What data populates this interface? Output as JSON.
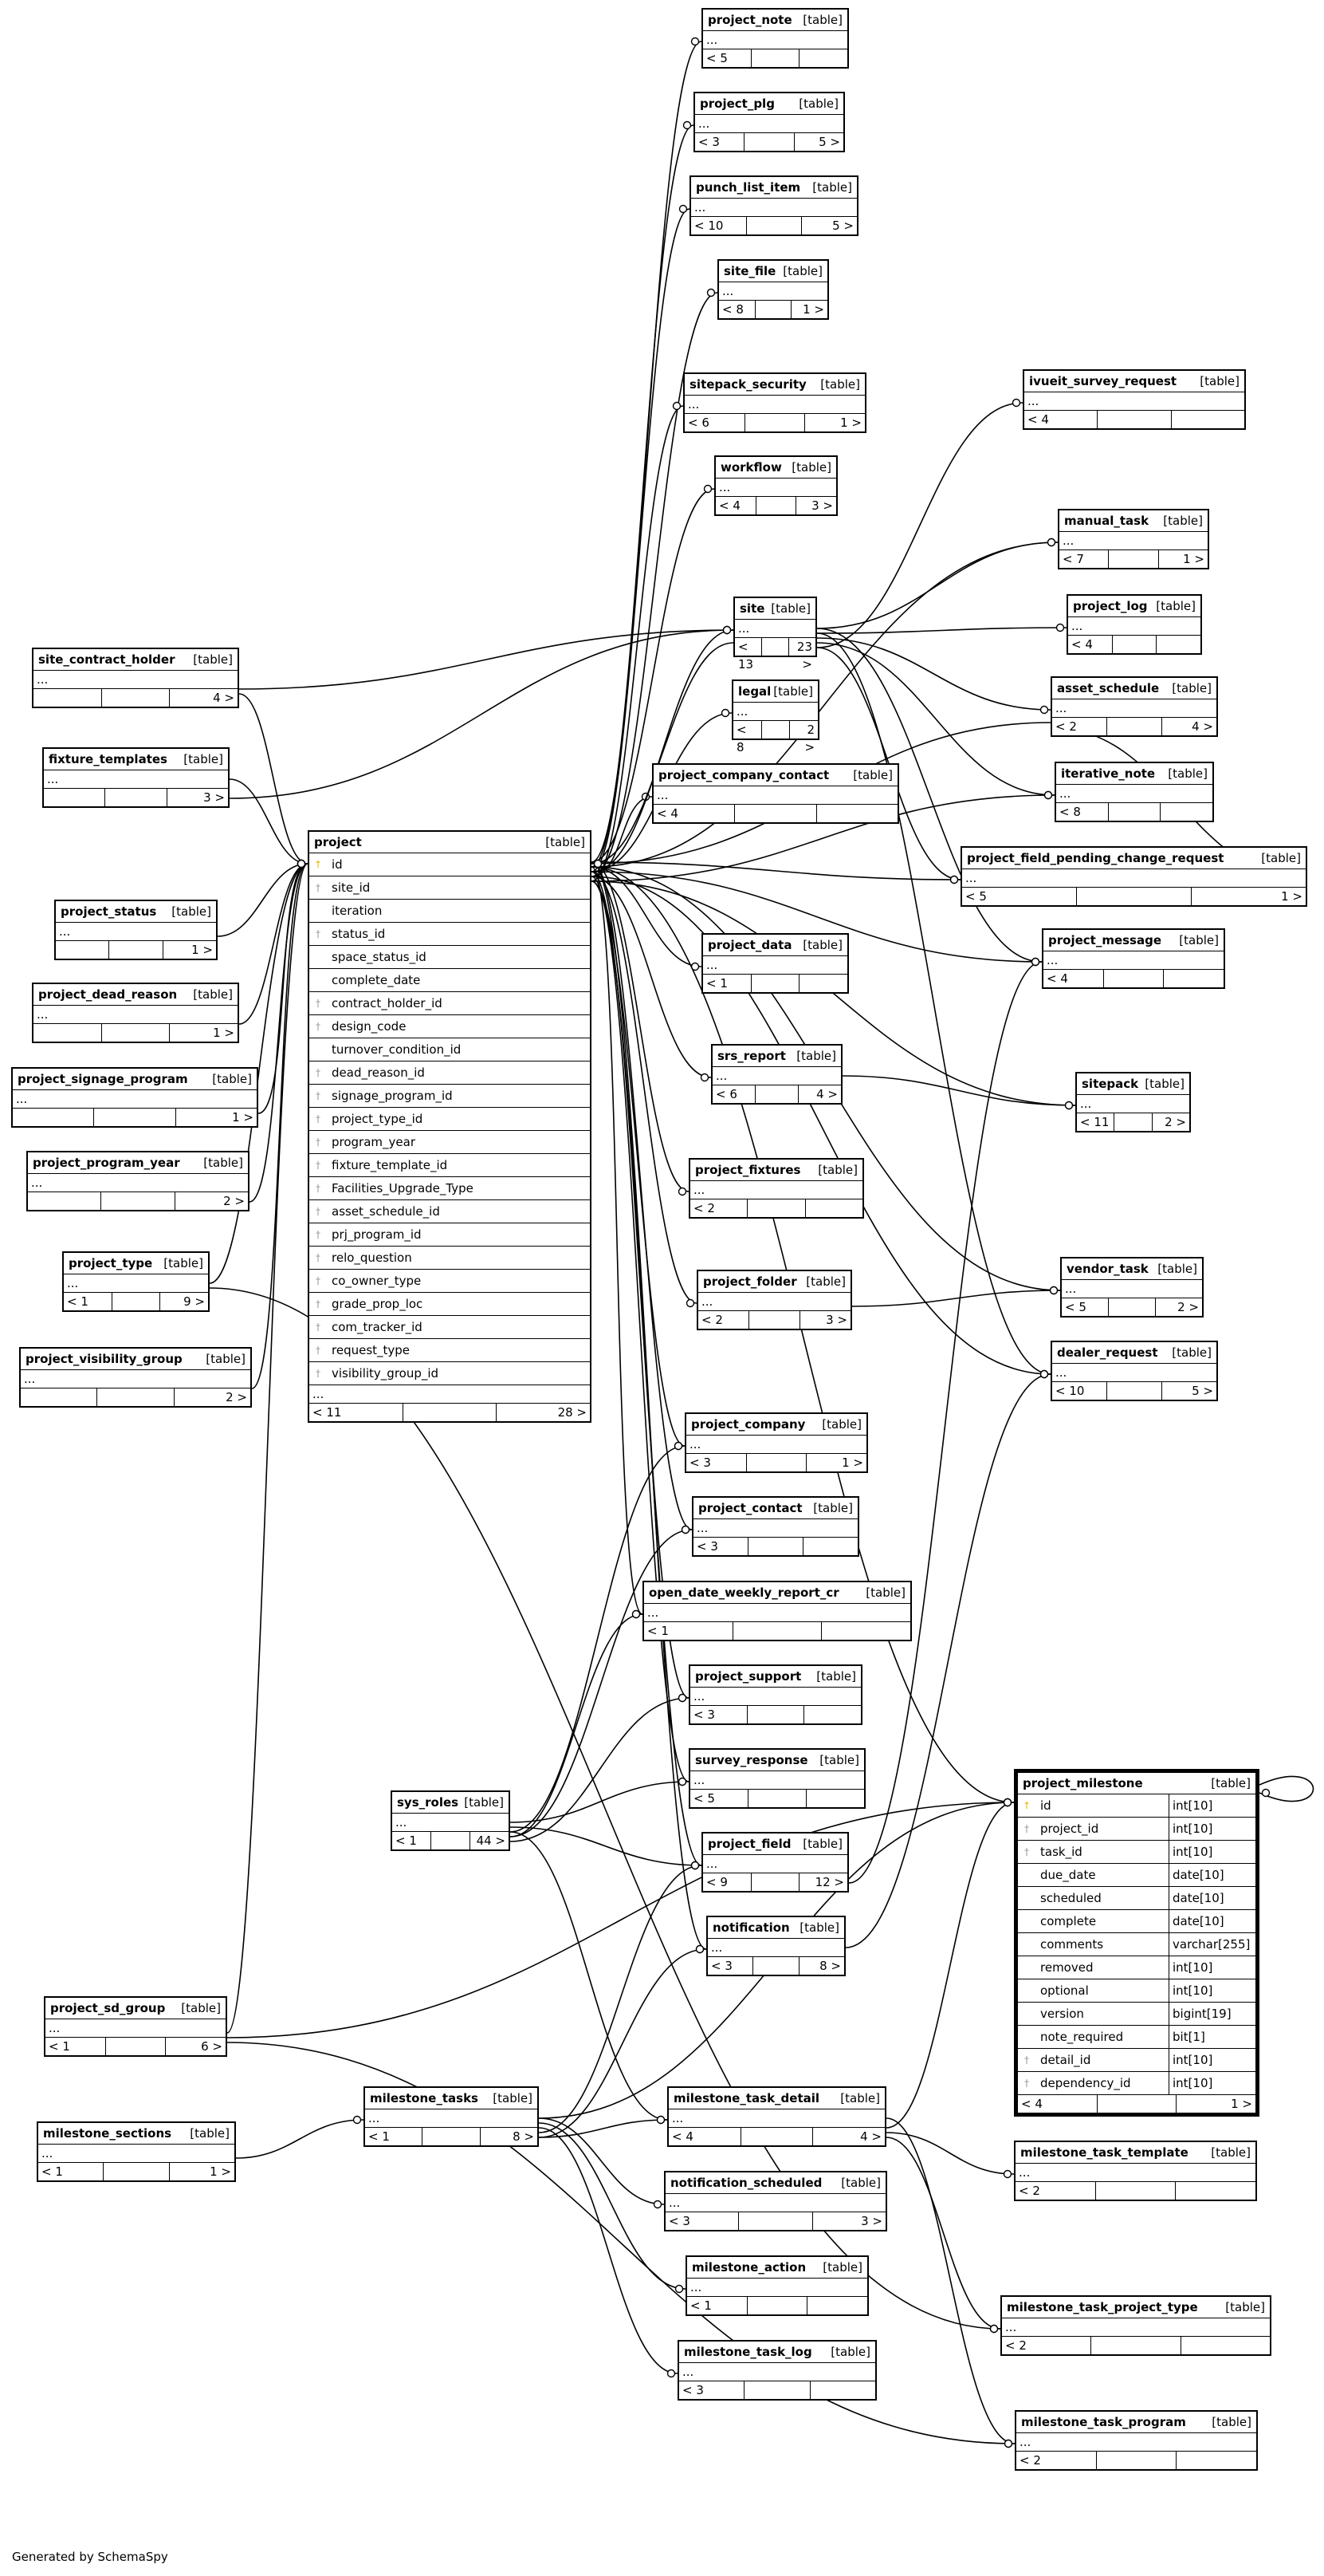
{
  "footer": "Generated by SchemaSpy",
  "focus_table": "project_milestone",
  "tables": [
    {
      "name": "project_note",
      "tag": "[table]",
      "ellipsis": "...",
      "parents": "< 5",
      "children": ""
    },
    {
      "name": "project_plg",
      "tag": "[table]",
      "ellipsis": "...",
      "parents": "< 3",
      "children": "5 >"
    },
    {
      "name": "punch_list_item",
      "tag": "[table]",
      "ellipsis": "...",
      "parents": "< 10",
      "children": "5 >"
    },
    {
      "name": "site_file",
      "tag": "[table]",
      "ellipsis": "...",
      "parents": "< 8",
      "children": "1 >"
    },
    {
      "name": "sitepack_security",
      "tag": "[table]",
      "ellipsis": "...",
      "parents": "< 6",
      "children": "1 >"
    },
    {
      "name": "ivueit_survey_request",
      "tag": "[table]",
      "ellipsis": "...",
      "parents": "< 4",
      "children": ""
    },
    {
      "name": "workflow",
      "tag": "[table]",
      "ellipsis": "...",
      "parents": "< 4",
      "children": "3 >"
    },
    {
      "name": "manual_task",
      "tag": "[table]",
      "ellipsis": "...",
      "parents": "< 7",
      "children": "1 >"
    },
    {
      "name": "project_log",
      "tag": "[table]",
      "ellipsis": "...",
      "parents": "< 4",
      "children": ""
    },
    {
      "name": "site",
      "tag": "[table]",
      "ellipsis": "...",
      "parents": "< 13",
      "children": "23 >"
    },
    {
      "name": "site_contract_holder",
      "tag": "[table]",
      "ellipsis": "...",
      "parents": "",
      "children": "4 >"
    },
    {
      "name": "asset_schedule",
      "tag": "[table]",
      "ellipsis": "...",
      "parents": "< 2",
      "children": "4 >"
    },
    {
      "name": "legal",
      "tag": "[table]",
      "ellipsis": "...",
      "parents": "< 8",
      "children": "2 >"
    },
    {
      "name": "fixture_templates",
      "tag": "[table]",
      "ellipsis": "...",
      "parents": "",
      "children": "3 >"
    },
    {
      "name": "project_company_contact",
      "tag": "[table]",
      "ellipsis": "...",
      "parents": "< 4",
      "children": ""
    },
    {
      "name": "iterative_note",
      "tag": "[table]",
      "ellipsis": "...",
      "parents": "< 8",
      "children": ""
    },
    {
      "name": "project_field_pending_change_request",
      "tag": "[table]",
      "ellipsis": "...",
      "parents": "< 5",
      "children": "1 >"
    },
    {
      "name": "project_status",
      "tag": "[table]",
      "ellipsis": "...",
      "parents": "",
      "children": "1 >"
    },
    {
      "name": "project_data",
      "tag": "[table]",
      "ellipsis": "...",
      "parents": "< 1",
      "children": ""
    },
    {
      "name": "project_message",
      "tag": "[table]",
      "ellipsis": "...",
      "parents": "< 4",
      "children": ""
    },
    {
      "name": "project_dead_reason",
      "tag": "[table]",
      "ellipsis": "...",
      "parents": "",
      "children": "1 >"
    },
    {
      "name": "srs_report",
      "tag": "[table]",
      "ellipsis": "...",
      "parents": "< 6",
      "children": "4 >"
    },
    {
      "name": "project_signage_program",
      "tag": "[table]",
      "ellipsis": "...",
      "parents": "",
      "children": "1 >"
    },
    {
      "name": "sitepack",
      "tag": "[table]",
      "ellipsis": "...",
      "parents": "< 11",
      "children": "2 >"
    },
    {
      "name": "project_program_year",
      "tag": "[table]",
      "ellipsis": "...",
      "parents": "",
      "children": "2 >"
    },
    {
      "name": "project_fixtures",
      "tag": "[table]",
      "ellipsis": "...",
      "parents": "< 2",
      "children": ""
    },
    {
      "name": "project_type",
      "tag": "[table]",
      "ellipsis": "...",
      "parents": "< 1",
      "children": "9 >"
    },
    {
      "name": "vendor_task",
      "tag": "[table]",
      "ellipsis": "...",
      "parents": "< 5",
      "children": "2 >"
    },
    {
      "name": "project_folder",
      "tag": "[table]",
      "ellipsis": "...",
      "parents": "< 2",
      "children": "3 >"
    },
    {
      "name": "project_visibility_group",
      "tag": "[table]",
      "ellipsis": "...",
      "parents": "",
      "children": "2 >"
    },
    {
      "name": "dealer_request",
      "tag": "[table]",
      "ellipsis": "...",
      "parents": "< 10",
      "children": "5 >"
    },
    {
      "name": "project_company",
      "tag": "[table]",
      "ellipsis": "...",
      "parents": "< 3",
      "children": "1 >"
    },
    {
      "name": "project_contact",
      "tag": "[table]",
      "ellipsis": "...",
      "parents": "< 3",
      "children": ""
    },
    {
      "name": "open_date_weekly_report_cr",
      "tag": "[table]",
      "ellipsis": "...",
      "parents": "< 1",
      "children": ""
    },
    {
      "name": "project_support",
      "tag": "[table]",
      "ellipsis": "...",
      "parents": "< 3",
      "children": ""
    },
    {
      "name": "survey_response",
      "tag": "[table]",
      "ellipsis": "...",
      "parents": "< 5",
      "children": ""
    },
    {
      "name": "sys_roles",
      "tag": "[table]",
      "ellipsis": "...",
      "parents": "< 1",
      "children": "44 >"
    },
    {
      "name": "project_field",
      "tag": "[table]",
      "ellipsis": "...",
      "parents": "< 9",
      "children": "12 >"
    },
    {
      "name": "notification",
      "tag": "[table]",
      "ellipsis": "...",
      "parents": "< 3",
      "children": "8 >"
    },
    {
      "name": "project_sd_group",
      "tag": "[table]",
      "ellipsis": "...",
      "parents": "< 1",
      "children": "6 >"
    },
    {
      "name": "milestone_tasks",
      "tag": "[table]",
      "ellipsis": "...",
      "parents": "< 1",
      "children": "8 >"
    },
    {
      "name": "milestone_task_detail",
      "tag": "[table]",
      "ellipsis": "...",
      "parents": "< 4",
      "children": "4 >"
    },
    {
      "name": "milestone_sections",
      "tag": "[table]",
      "ellipsis": "...",
      "parents": "< 1",
      "children": "1 >"
    },
    {
      "name": "milestone_task_template",
      "tag": "[table]",
      "ellipsis": "...",
      "parents": "< 2",
      "children": ""
    },
    {
      "name": "notification_scheduled",
      "tag": "[table]",
      "ellipsis": "...",
      "parents": "< 3",
      "children": "3 >"
    },
    {
      "name": "milestone_action",
      "tag": "[table]",
      "ellipsis": "...",
      "parents": "< 1",
      "children": ""
    },
    {
      "name": "milestone_task_project_type",
      "tag": "[table]",
      "ellipsis": "...",
      "parents": "< 2",
      "children": ""
    },
    {
      "name": "milestone_task_log",
      "tag": "[table]",
      "ellipsis": "...",
      "parents": "< 3",
      "children": ""
    },
    {
      "name": "milestone_task_program",
      "tag": "[table]",
      "ellipsis": "...",
      "parents": "< 2",
      "children": ""
    },
    {
      "name": "project",
      "tag": "[table]",
      "ellipsis": "...",
      "parents": "< 11",
      "children": "28 >",
      "columns": [
        {
          "name": "id",
          "key": "pk"
        },
        {
          "name": "site_id",
          "key": "fk"
        },
        {
          "name": "iteration",
          "key": ""
        },
        {
          "name": "status_id",
          "key": "fk"
        },
        {
          "name": "space_status_id",
          "key": ""
        },
        {
          "name": "complete_date",
          "key": ""
        },
        {
          "name": "contract_holder_id",
          "key": "fk"
        },
        {
          "name": "design_code",
          "key": "fk"
        },
        {
          "name": "turnover_condition_id",
          "key": ""
        },
        {
          "name": "dead_reason_id",
          "key": "fk"
        },
        {
          "name": "signage_program_id",
          "key": "fk"
        },
        {
          "name": "project_type_id",
          "key": "fk"
        },
        {
          "name": "program_year",
          "key": "fk"
        },
        {
          "name": "fixture_template_id",
          "key": "fk"
        },
        {
          "name": "Facilities_Upgrade_Type",
          "key": "fk"
        },
        {
          "name": "asset_schedule_id",
          "key": "fk"
        },
        {
          "name": "prj_program_id",
          "key": "fk"
        },
        {
          "name": "relo_question",
          "key": "fk"
        },
        {
          "name": "co_owner_type",
          "key": "fk"
        },
        {
          "name": "grade_prop_loc",
          "key": "fk"
        },
        {
          "name": "com_tracker_id",
          "key": "fk"
        },
        {
          "name": "request_type",
          "key": "fk"
        },
        {
          "name": "visibility_group_id",
          "key": "fk"
        }
      ]
    },
    {
      "name": "project_milestone",
      "tag": "[table]",
      "ellipsis": "",
      "parents": "< 4",
      "children": "1 >",
      "columns": [
        {
          "name": "id",
          "type": "int[10]",
          "key": "pk"
        },
        {
          "name": "project_id",
          "type": "int[10]",
          "key": "fk"
        },
        {
          "name": "task_id",
          "type": "int[10]",
          "key": "fk"
        },
        {
          "name": "due_date",
          "type": "date[10]",
          "key": ""
        },
        {
          "name": "scheduled",
          "type": "date[10]",
          "key": ""
        },
        {
          "name": "complete",
          "type": "date[10]",
          "key": ""
        },
        {
          "name": "comments",
          "type": "varchar[255]",
          "key": ""
        },
        {
          "name": "removed",
          "type": "int[10]",
          "key": ""
        },
        {
          "name": "optional",
          "type": "int[10]",
          "key": ""
        },
        {
          "name": "version",
          "type": "bigint[19]",
          "key": ""
        },
        {
          "name": "note_required",
          "type": "bit[1]",
          "key": ""
        },
        {
          "name": "detail_id",
          "type": "int[10]",
          "key": "fk"
        },
        {
          "name": "dependency_id",
          "type": "int[10]",
          "key": "fk"
        }
      ]
    }
  ],
  "relationships": [
    [
      "project",
      "project_note"
    ],
    [
      "project",
      "project_plg"
    ],
    [
      "project",
      "punch_list_item"
    ],
    [
      "project",
      "site_file"
    ],
    [
      "project",
      "sitepack_security"
    ],
    [
      "project",
      "workflow"
    ],
    [
      "project",
      "manual_task"
    ],
    [
      "project",
      "legal"
    ],
    [
      "project",
      "project_company_contact"
    ],
    [
      "project",
      "iterative_note"
    ],
    [
      "project",
      "project_field_pending_change_request"
    ],
    [
      "project",
      "project_data"
    ],
    [
      "project",
      "project_message"
    ],
    [
      "project",
      "srs_report"
    ],
    [
      "project",
      "sitepack"
    ],
    [
      "project",
      "project_fixtures"
    ],
    [
      "project",
      "vendor_task"
    ],
    [
      "project",
      "project_folder"
    ],
    [
      "project",
      "dealer_request"
    ],
    [
      "project",
      "project_company"
    ],
    [
      "project",
      "project_contact"
    ],
    [
      "project",
      "open_date_weekly_report_cr"
    ],
    [
      "project",
      "project_support"
    ],
    [
      "project",
      "survey_response"
    ],
    [
      "project",
      "project_field"
    ],
    [
      "project",
      "notification"
    ],
    [
      "project",
      "project_milestone"
    ],
    [
      "project",
      "site"
    ],
    [
      "site",
      "project"
    ],
    [
      "site",
      "ivueit_survey_request"
    ],
    [
      "site",
      "manual_task"
    ],
    [
      "site",
      "project_log"
    ],
    [
      "site",
      "asset_schedule"
    ],
    [
      "site",
      "iterative_note"
    ],
    [
      "site",
      "project_field_pending_change_request"
    ],
    [
      "site",
      "project_message"
    ],
    [
      "site",
      "dealer_request"
    ],
    [
      "site_contract_holder",
      "site"
    ],
    [
      "site_contract_holder",
      "project"
    ],
    [
      "fixture_templates",
      "site"
    ],
    [
      "fixture_templates",
      "project"
    ],
    [
      "project_status",
      "project"
    ],
    [
      "project_dead_reason",
      "project"
    ],
    [
      "project_signage_program",
      "project"
    ],
    [
      "project_program_year",
      "project"
    ],
    [
      "project_type",
      "project"
    ],
    [
      "project_type",
      "milestone_task_project_type"
    ],
    [
      "project_visibility_group",
      "project"
    ],
    [
      "asset_schedule",
      "project"
    ],
    [
      "asset_schedule",
      "project_field_pending_change_request"
    ],
    [
      "srs_report",
      "sitepack"
    ],
    [
      "project_folder",
      "vendor_task"
    ],
    [
      "sys_roles",
      "project_company"
    ],
    [
      "sys_roles",
      "project_contact"
    ],
    [
      "sys_roles",
      "project_support"
    ],
    [
      "sys_roles",
      "survey_response"
    ],
    [
      "sys_roles",
      "project_field"
    ],
    [
      "sys_roles",
      "milestone_task_detail"
    ],
    [
      "sys_roles",
      "open_date_weekly_report_cr"
    ],
    [
      "project_field",
      "project_message"
    ],
    [
      "notification",
      "dealer_request"
    ],
    [
      "project_sd_group",
      "project"
    ],
    [
      "project_sd_group",
      "project_milestone"
    ],
    [
      "project_sd_group",
      "milestone_task_program"
    ],
    [
      "milestone_tasks",
      "milestone_task_detail"
    ],
    [
      "milestone_tasks",
      "notification_scheduled"
    ],
    [
      "milestone_tasks",
      "milestone_action"
    ],
    [
      "milestone_tasks",
      "milestone_task_log"
    ],
    [
      "milestone_tasks",
      "project_field"
    ],
    [
      "milestone_tasks",
      "notification"
    ],
    [
      "milestone_tasks",
      "project_milestone"
    ],
    [
      "milestone_sections",
      "milestone_tasks"
    ],
    [
      "milestone_task_detail",
      "project_milestone"
    ],
    [
      "milestone_task_detail",
      "milestone_task_template"
    ],
    [
      "milestone_task_detail",
      "milestone_task_project_type"
    ],
    [
      "milestone_task_detail",
      "milestone_task_program"
    ],
    [
      "project_milestone",
      "project_milestone"
    ]
  ]
}
